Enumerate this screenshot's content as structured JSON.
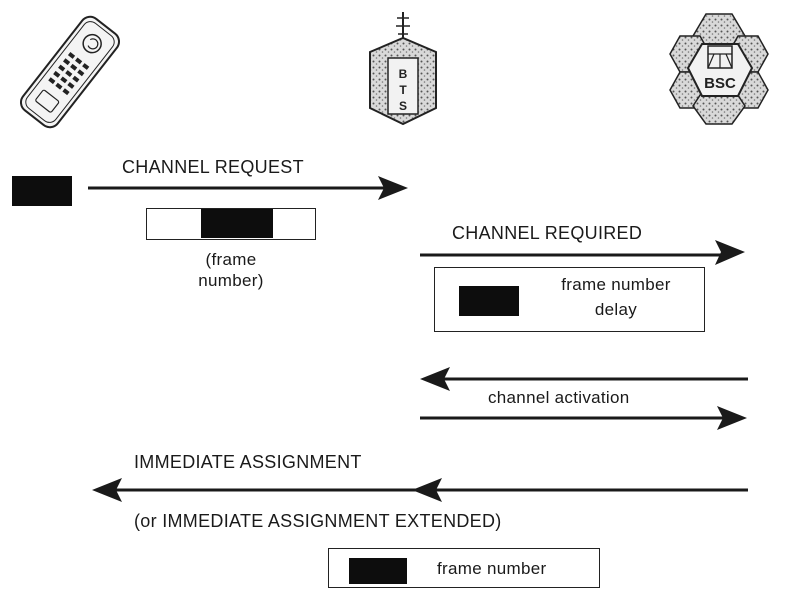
{
  "entities": {
    "bts_label": "BTS",
    "bsc_label": "BSC"
  },
  "messages": {
    "channel_request": "CHANNEL REQUEST",
    "channel_request_note_line1": "(frame",
    "channel_request_note_line2": "number)",
    "channel_required": "CHANNEL REQUIRED",
    "channel_required_note_line1": "frame number",
    "channel_required_note_line2": "delay",
    "channel_activation": "channel activation",
    "immediate_assignment": "IMMEDIATE ASSIGNMENT",
    "immediate_assignment_extended": "(or IMMEDIATE ASSIGNMENT EXTENDED)",
    "immediate_assignment_note": "frame number"
  },
  "colors": {
    "ink": "#1a1a1a",
    "block": "#0d0d0d"
  },
  "icons": [
    "mobile-phone-icon",
    "bts-tower-icon",
    "bsc-hexagon-icon"
  ]
}
